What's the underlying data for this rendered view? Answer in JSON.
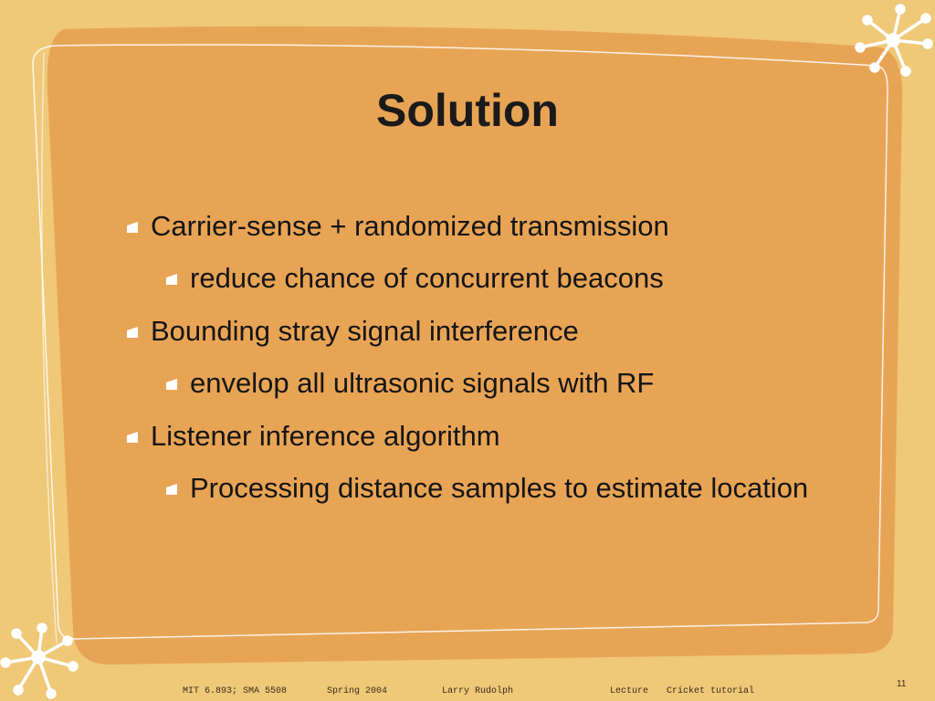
{
  "slide": {
    "title": "Solution",
    "bullets": [
      {
        "level": 1,
        "text": "Carrier-sense + randomized transmission"
      },
      {
        "level": 2,
        "text": "reduce chance of concurrent beacons"
      },
      {
        "level": 1,
        "text": "Bounding stray signal interference"
      },
      {
        "level": 2,
        "text": "envelop all ultrasonic signals with RF"
      },
      {
        "level": 1,
        "text": "Listener inference algorithm"
      },
      {
        "level": 2,
        "text": "Processing distance samples to estimate location"
      }
    ],
    "footer": {
      "course": "MIT 6.893; SMA 5508",
      "term": "Spring 2004",
      "author": "Larry Rudolph",
      "type": "Lecture",
      "topic": "Cricket tutorial"
    },
    "page_number": "11"
  },
  "colors": {
    "background": "#efc878",
    "panel": "#e8a455",
    "outline": "#ffffff",
    "text": "#151515",
    "marker": "#ffffff"
  }
}
